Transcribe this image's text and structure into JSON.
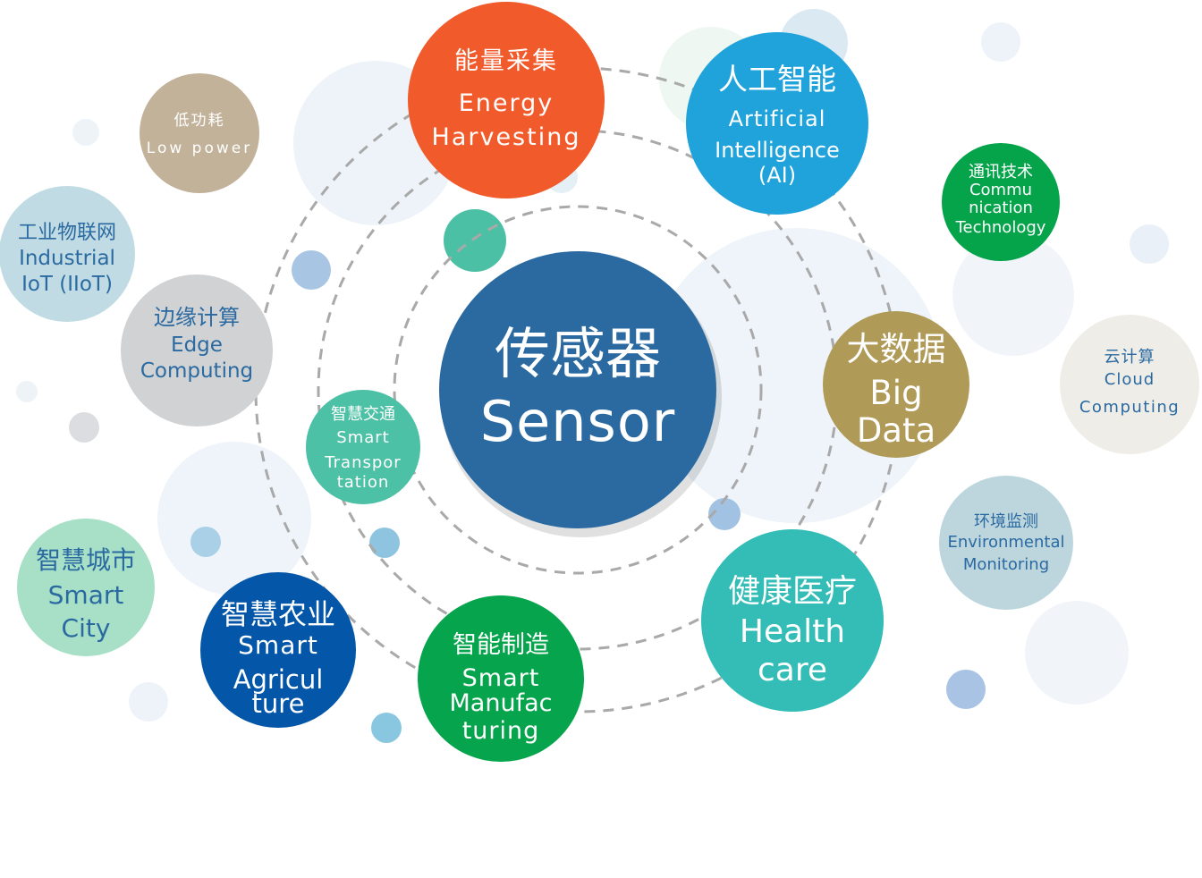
{
  "diagram": {
    "center": {
      "id": "sensor",
      "lines": [
        "传感器",
        "Sensor"
      ],
      "fill": "#2a6aa1",
      "text_color": "#ffffff"
    },
    "nodes": [
      {
        "id": "energy",
        "lines": [
          "能量采集",
          "Energy",
          "Harvesting"
        ],
        "fill": "#f15a2a",
        "text_color": "#ffffff"
      },
      {
        "id": "ai",
        "lines": [
          "人工智能",
          "Artificial",
          "Intelligence",
          "(AI)"
        ],
        "fill": "#1fa3da",
        "text_color": "#ffffff"
      },
      {
        "id": "comm",
        "lines": [
          "通讯技术",
          "Commu",
          "nication",
          "Technology"
        ],
        "fill": "#05a44b",
        "text_color": "#ffffff"
      },
      {
        "id": "bigdata",
        "lines": [
          "大数据",
          "Big",
          "Data"
        ],
        "fill": "#b09a58",
        "text_color": "#ffffff"
      },
      {
        "id": "cloud",
        "lines": [
          "云计算",
          "Cloud",
          "Computing"
        ],
        "fill": "#efede7",
        "text_color": "#2a6aa1"
      },
      {
        "id": "env",
        "lines": [
          "环境监测",
          "Environmental",
          "Monitoring"
        ],
        "fill": "#bdd6de",
        "text_color": "#2a6aa1"
      },
      {
        "id": "health",
        "lines": [
          "健康医疗",
          "Health",
          "care"
        ],
        "fill": "#33bdb6",
        "text_color": "#ffffff"
      },
      {
        "id": "manuf",
        "lines": [
          "智能制造",
          "Smart",
          "Manufac",
          "turing"
        ],
        "fill": "#06a44c",
        "text_color": "#ffffff"
      },
      {
        "id": "agri",
        "lines": [
          "智慧农业",
          "Smart",
          "Agricul",
          "ture"
        ],
        "fill": "#0356a8",
        "text_color": "#ffffff"
      },
      {
        "id": "city",
        "lines": [
          "智慧城市",
          "Smart",
          "City"
        ],
        "fill": "#a7e0c6",
        "text_color": "#2a6aa1"
      },
      {
        "id": "trans",
        "lines": [
          "智慧交通",
          "Smart",
          "Transpor",
          "tation"
        ],
        "fill": "#4dc1a5",
        "text_color": "#ffffff"
      },
      {
        "id": "edge",
        "lines": [
          "边缘计算",
          "Edge",
          "Computing"
        ],
        "fill": "#d1d2d4",
        "text_color": "#2a6aa1"
      },
      {
        "id": "iiot",
        "lines": [
          "工业物联网",
          "Industrial",
          "IoT (IIoT)"
        ],
        "fill": "#c0dbe3",
        "text_color": "#2a6aa1"
      },
      {
        "id": "lowpower",
        "lines": [
          "低功耗",
          "Low power"
        ],
        "fill": "#c2b29a",
        "text_color": "#ffffff"
      }
    ],
    "ring_color": "#a9a9a9"
  }
}
